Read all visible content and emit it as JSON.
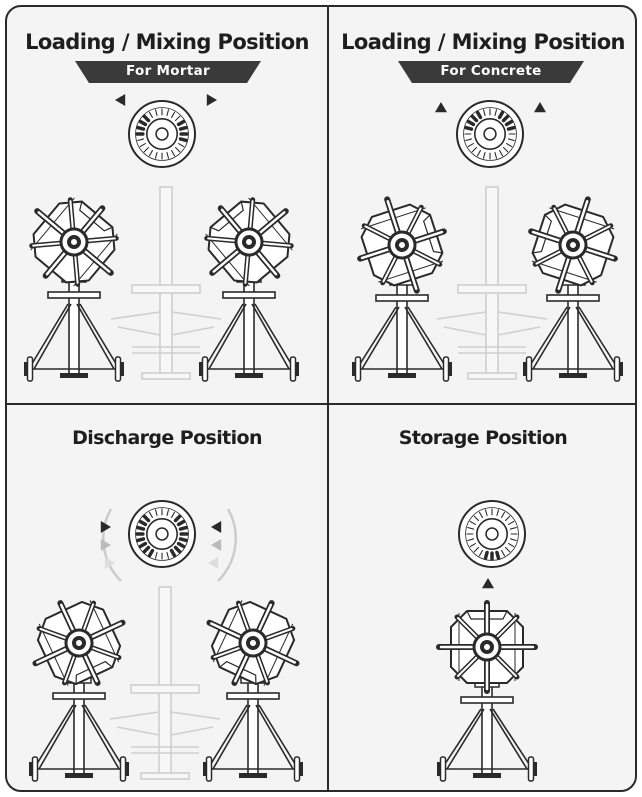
{
  "panels": {
    "top_left": {
      "title": "Loading / Mixing Position",
      "label": "For Mortar"
    },
    "top_right": {
      "title": "Loading / Mixing Position",
      "label": "For Concrete"
    },
    "bottom_left": {
      "title": "Discharge Position"
    },
    "bottom_right": {
      "title": "Storage Position"
    }
  },
  "colors": {
    "ink": "#2a2a2a",
    "ghost": "#cfcfcf",
    "banner": "#3a3a3a",
    "panel_bg": "#f4f4f4",
    "arc": "#cccccc"
  }
}
